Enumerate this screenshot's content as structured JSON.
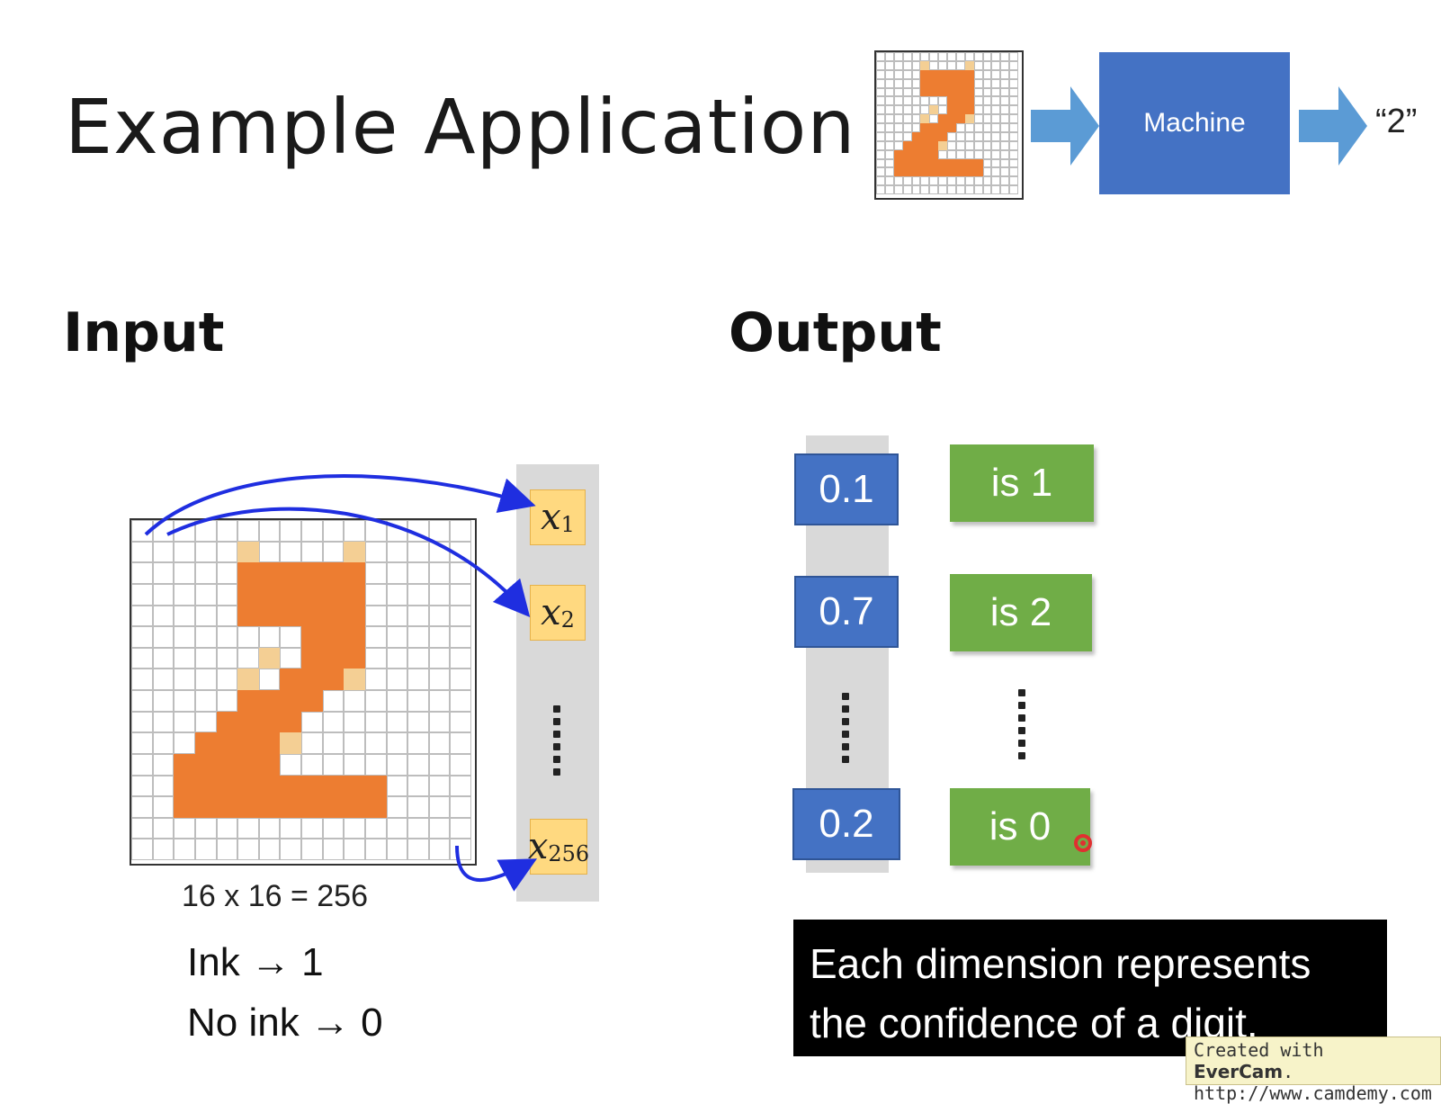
{
  "title": "Example Application",
  "top_flow": {
    "machine_label": "Machine",
    "output": "“2”",
    "arrow_color": "#5b9bd5",
    "machine_color": "#4472c4"
  },
  "input": {
    "heading": "Input",
    "vector": [
      "x1",
      "x2",
      "x256"
    ],
    "vector_sub": [
      "1",
      "2",
      "256"
    ],
    "size_caption": "16 x 16 = 256",
    "rule_ink": "Ink → 1",
    "rule_no_ink": "No ink → 0",
    "ink_color": "#ed7d31",
    "partial_color": "#f4cf94"
  },
  "output": {
    "heading": "Output",
    "values": [
      "0.1",
      "0.7",
      "0.2"
    ],
    "labels": [
      "is 1",
      "is 2",
      "is 0"
    ],
    "value_color": "#4472c4",
    "label_color": "#70ad47"
  },
  "subtitle": {
    "line1": "Each dimension represents",
    "line2": "the confidence of a digit."
  },
  "watermark": {
    "prefix": "Created with ",
    "brand": "EverCam",
    "suffix": ".",
    "url": "http://www.camdemy.com"
  }
}
